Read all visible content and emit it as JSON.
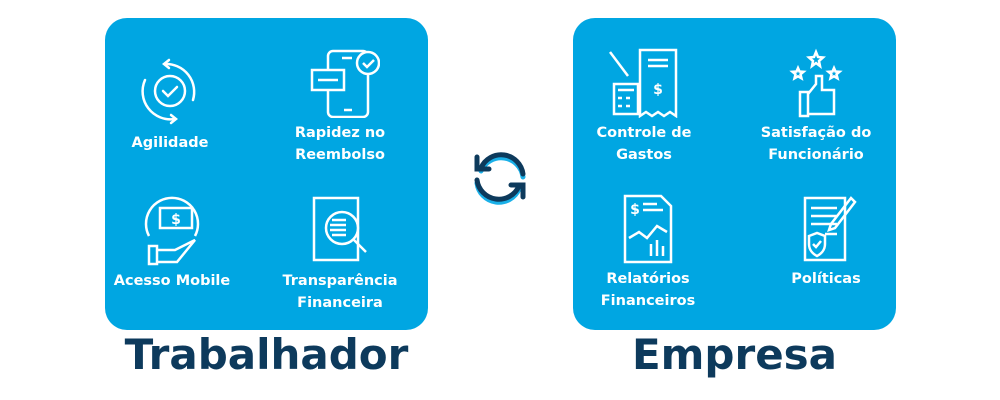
{
  "trabalhador": {
    "title": "Trabalhador",
    "items": [
      {
        "label": "Agilidade",
        "icon": "refresh-check-icon"
      },
      {
        "label": "Rapidez no Reembolso",
        "icon": "phone-card-check-icon"
      },
      {
        "label": "Acesso Mobile",
        "icon": "hand-money-icon"
      },
      {
        "label": "Transparência Financeira",
        "icon": "document-magnifier-icon"
      }
    ]
  },
  "empresa": {
    "title": "Empresa",
    "items": [
      {
        "label": "Controle de Gastos",
        "icon": "calculator-receipt-icon"
      },
      {
        "label": "Satisfação do Funcionário",
        "icon": "thumbs-up-stars-icon"
      },
      {
        "label": "Relatórios Financeiros",
        "icon": "report-chart-icon"
      },
      {
        "label": "Políticas",
        "icon": "policy-shield-icon"
      }
    ]
  },
  "colors": {
    "panel": "#00a6e2",
    "title": "#0d3a5c",
    "accent": "#1ab0e8"
  }
}
